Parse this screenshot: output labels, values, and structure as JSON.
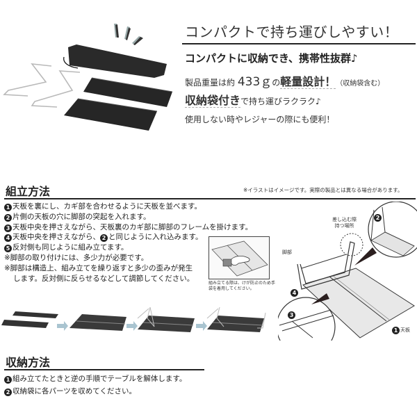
{
  "hero": {
    "headline": "コンパクトで持ち運びしやすい！",
    "features": {
      "f1": "コンパクトに収納でき、携帯性抜群♪",
      "f2_pre": "製品重量は約 ",
      "f2_weight": "433ｇ",
      "f2_mid": "の",
      "f2_bold": "軽量設計！",
      "f2_note": "（収納袋含む）",
      "f3_bold": "収納袋付き",
      "f3_rest": "で持ち運びラクラク♪",
      "f4": "使用しない時やレジャーの際にも便利！"
    },
    "photo_items": [
      "pegs",
      "storage-bag",
      "leg-frame",
      "leg-frame",
      "tabletop-panel",
      "tabletop-panel"
    ]
  },
  "assembly": {
    "title": "組立方法",
    "disclaimer": "※イラストはイメージです。実際の製品とは異なる場合があります。",
    "steps": [
      {
        "num": "1",
        "text": "天板を裏にし、カギ部を合わせるように天板を並べます。"
      },
      {
        "num": "2",
        "text": "片側の天板の穴に脚部の突起を入れます。"
      },
      {
        "num": "3",
        "text": "天板中央を押さえながら、天板裏のカギ部に脚部のフレームを掛けます。"
      },
      {
        "num": "4",
        "text_pre": "天板中央を押さえながら、",
        "ref": "2",
        "text_post": "と同じように入れ込みます。"
      },
      {
        "num": "5",
        "text": "反対側も同じように組み立てます。"
      }
    ],
    "notes": [
      "※脚部の取り付けには、多少力が必要です。",
      "※脚部は構造上、組み立てを繰り返すと多少の歪みが発生",
      "します。反対側に反らせるなどして調節してください。"
    ],
    "glove_caption": "組み立てる際は、けが防止のため手袋を着用してください。",
    "diagram_labels": {
      "insert_point": "差し込む際\n持つ場所",
      "legs": "脚部",
      "tabletop": "天板",
      "callout_2": "2",
      "callout_3": "3",
      "callout_4": "4",
      "callout_1": "1"
    },
    "sequence_steps": 4
  },
  "storage": {
    "title": "収納方法",
    "steps": [
      {
        "num": "1",
        "text": "組み立てたときと逆の手順でテーブルを解体します。"
      },
      {
        "num": "2",
        "text": "収納袋に各パーツを収めてください。"
      }
    ]
  },
  "colors": {
    "text": "#222222",
    "panel_dark": "#2b2b2b",
    "arrow": "#a9c4d0",
    "rule": "#222222"
  }
}
